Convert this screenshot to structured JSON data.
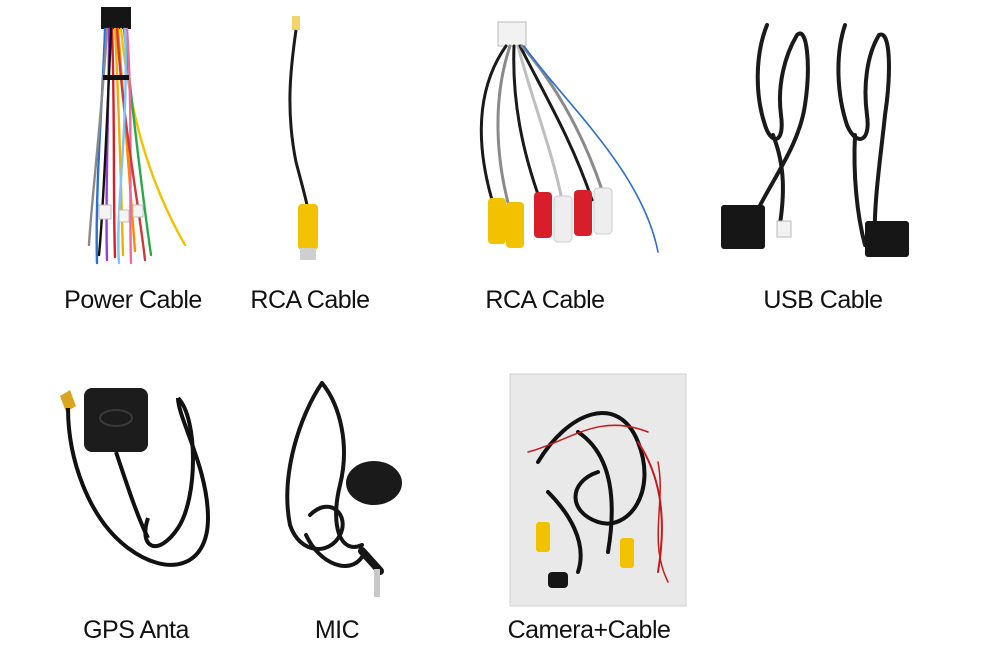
{
  "items": [
    {
      "label": "Power Cable",
      "icon": "power-harness-illustration"
    },
    {
      "label": "RCA Cable",
      "icon": "single-rca-illustration"
    },
    {
      "label": "RCA Cable",
      "icon": "multi-rca-illustration"
    },
    {
      "label": "USB Cable",
      "icon": "usb-cable-illustration"
    },
    {
      "label": "GPS Anta",
      "icon": "gps-antenna-illustration"
    },
    {
      "label": "MIC",
      "icon": "microphone-illustration"
    },
    {
      "label": "Camera+Cable",
      "icon": "camera-bag-illustration"
    }
  ],
  "colors": {
    "cable_black": "#1a1a1a",
    "rca_yellow": "#f2c200",
    "rca_red": "#d81e2a",
    "rca_white": "#eeeeee",
    "wire_blue": "#2a6fd1",
    "bag_bg": "#e9e9e9"
  }
}
